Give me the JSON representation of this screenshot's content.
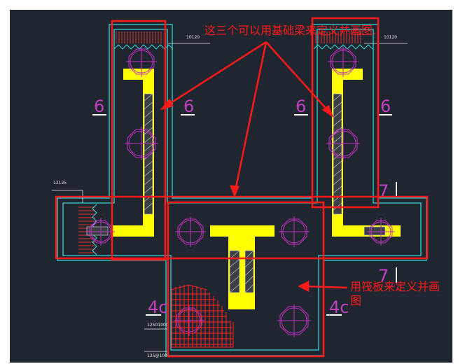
{
  "annotations": {
    "top_note": "这三个可以用基础梁来定义并画图.",
    "bottom_note_line1": "用筏板来定义并画",
    "bottom_note_line2": "图"
  },
  "section_marks": {
    "left_a": "6",
    "left_b": "6",
    "right_a": "6",
    "right_b": "6",
    "bottom_left": "4c",
    "bottom_right": "4c",
    "side_right_upper": "7",
    "side_right_lower": "7"
  },
  "small_labels": {
    "left_top_code": "10120",
    "right_top_code": "10120",
    "left_side_code": "12125",
    "bottom_code_a": "12501000",
    "bottom_code_b": "125@100"
  },
  "colors": {
    "background": "#1f2630",
    "outline": "#33d7d7",
    "wall_fill": "#ffff00",
    "hatch": "#e6e6e6",
    "pile": "#c030c0",
    "rebar": "#ff2020",
    "annotation": "#ff1a1a",
    "section_mark": "#c040c0"
  },
  "icons": {
    "pile": "octagon-circle-icon",
    "arrow": "arrow-icon"
  }
}
